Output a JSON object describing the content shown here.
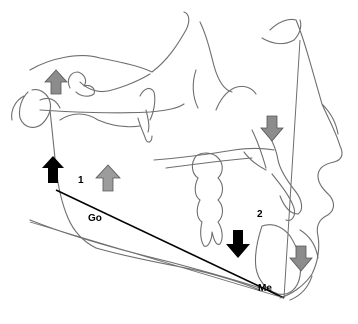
{
  "labels": {
    "region_1": "1",
    "region_2": "2",
    "gonion": "Go",
    "menton": "Me"
  },
  "colors": {
    "outline": "#6e6e6e",
    "plane_line": "#000000",
    "gray_arrow": "#8c8c8c",
    "black_arrow": "#000000"
  },
  "arrows": [
    {
      "id": "arrow-up-gray-ramus",
      "direction": "up",
      "color": "gray"
    },
    {
      "id": "arrow-up-black-gonial",
      "direction": "up",
      "color": "black"
    },
    {
      "id": "arrow-up-gray-molar",
      "direction": "up",
      "color": "gray"
    },
    {
      "id": "arrow-down-gray-incisor",
      "direction": "down",
      "color": "gray"
    },
    {
      "id": "arrow-down-black-symphysis",
      "direction": "down",
      "color": "black"
    },
    {
      "id": "arrow-down-gray-chin",
      "direction": "down",
      "color": "gray"
    }
  ]
}
